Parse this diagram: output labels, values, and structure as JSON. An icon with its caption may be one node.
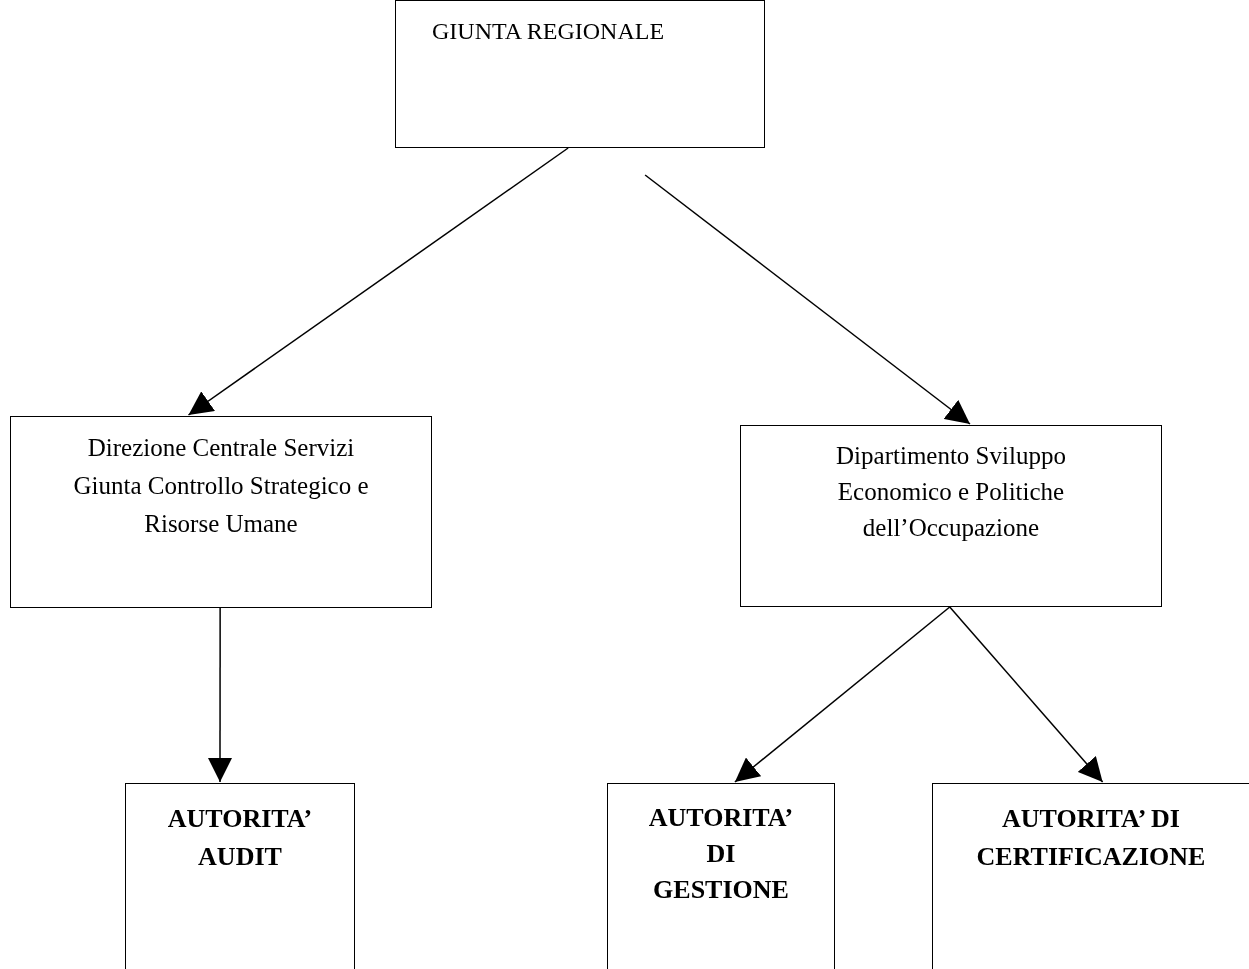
{
  "diagram": {
    "nodes": [
      {
        "text": [
          "GIUNTA REGIONALE"
        ]
      },
      {
        "text": [
          "Direzione Centrale Servizi Giunta Controllo Strategico e Risorse Umane"
        ]
      },
      {
        "text": [
          "Dipartimento Sviluppo Economico e Politiche dell’Occupazione"
        ]
      },
      {
        "text": [
          "AUTORITA’ AUDIT"
        ]
      },
      {
        "text": [
          "AUTORITA’ DI GESTIONE"
        ]
      },
      {
        "text": [
          "AUTORITA’ DI CERTIFICAZIONE"
        ]
      }
    ],
    "edges": [
      {
        "from": 0,
        "to": 1,
        "arrow": "to"
      },
      {
        "from": 0,
        "to": 2,
        "arrow": "to"
      },
      {
        "from": 1,
        "to": 3,
        "arrow": "to"
      },
      {
        "from": 2,
        "to": 4,
        "arrow": "to"
      },
      {
        "from": 2,
        "to": 5,
        "arrow": "to"
      }
    ]
  }
}
